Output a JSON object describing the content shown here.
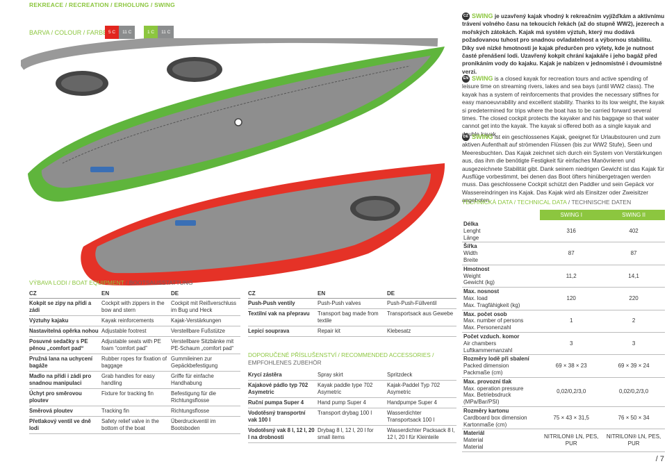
{
  "header": {
    "section": "REKREACE / RECREATION / ERHOLUNG / SWING"
  },
  "colour": {
    "label": "BARVA / COLOUR / FARBEN",
    "swatches": [
      {
        "text_a": "5 C",
        "text_b": "11 C",
        "color_a": "#e2261e",
        "color_b": "#8b8d8e"
      },
      {
        "text_a": "1 C",
        "text_b": "11 C",
        "color_a": "#8cc63f",
        "color_b": "#8b8d8e"
      }
    ]
  },
  "desc": {
    "cz": {
      "badge": "CZ",
      "name": "SWING",
      "text": "je uzavřený kajak vhodný k rekreačním vyjížďkám a aktivnímu trávení volného času na tekoucích řekách (až do stupně WW2), jezerech a mořských zátokách. Kajak má systém výztuh, který mu dodává požadovanou tuhost pro snadnou ovladatelnost a výbornou stabilitu. Díky své nízké hmotnosti je kajak předurčen pro výlety, kde je nutnost časté přenášení lodi. Uzavřený kokpit chrání kajakáře i jeho bagáž před pronikáním vody do kajaku. Kajak je nabízen v jednomístné i dvoumístné verzi."
    },
    "en": {
      "badge": "EN",
      "name": "SWING",
      "text": "is a closed kayak for recreation tours and active spending of leisure time on streaming rivers, lakes and sea bays (until WW2 class). The kayak has a system of reinforcements that provides the necessary stiffnes for easy manoeuvrability and excellent stability. Thanks to its low weight, the kayak si predetermined for trips where the boat has to be carried forward several times. The closed cockpit protects the kayaker and his baggage so that water cannot get into the kayak. The kayak si offered both as a single kayak and double kayak."
    },
    "de": {
      "badge": "DE",
      "name": "SWING",
      "text": "ist ein geschlossenes Kajak, geeignet für Urlaubstouren und zum aktiven Aufenthalt auf strömenden Flüssen (bis zur WW2 Stufe), Seen und Meeresbuchten. Das Kajak zeichnet sich durch ein System von Verstärkungen aus, das ihm die benötigte Festigkeit für einfaches Manövrieren und ausgezeichnete Stabilität gibt. Dank seinem niedrigen Gewicht ist das Kajak für Ausflüge vorbestimmt, bei denen das Boot öfters hinübergetragen werden muss. Das geschlossene Cockpit schützt den Paddler und sein Gepäck vor Wassereindringen ins Kajak. Das Kajak wird als Einsitzer oder Zweisitzer angeboten."
    }
  },
  "tech": {
    "title_a": "TECHNICKÁ DATA / TECHNICAL DATA",
    "title_b": " / TECHNISCHE DATEN",
    "col1": "SWING I",
    "col2": "SWING II",
    "rows": [
      {
        "l1": "Délka",
        "l2": "Lenght",
        "l3": "Länge",
        "v1": "316",
        "v2": "402"
      },
      {
        "l1": "Šířka",
        "l2": "Width",
        "l3": "Breite",
        "v1": "87",
        "v2": "87"
      },
      {
        "l1": "Hmotnost",
        "l2": "Weight",
        "l3": "Gewicht (kg)",
        "v1": "11,2",
        "v2": "14,1"
      },
      {
        "l1": "Max. nosnost",
        "l2": "Max. load",
        "l3": "Max. Tragfähigkeit (kg)",
        "v1": "120",
        "v2": "220"
      },
      {
        "l1": "Max. počet osob",
        "l2": "Max. number of persons",
        "l3": "Max. Personenzahl",
        "v1": "1",
        "v2": "2"
      },
      {
        "l1": "Počet vzduch. komor",
        "l2": "Air chambers",
        "l3": "Luftkammernanzahl",
        "v1": "3",
        "v2": "3"
      },
      {
        "l1": "Rozměry lodě při sbalení",
        "l2": "Packed dimension",
        "l3": "Packmaße (cm)",
        "v1": "69 × 38 × 23",
        "v2": "69 × 39 × 24"
      },
      {
        "l1": "Max. provozní tlak",
        "l2": "Max. operation pressure",
        "l3": "Max. Betriebsdruck (MPa/Bar/PSI)",
        "v1": "0,02/0,2/3,0",
        "v2": "0,02/0,2/3,0"
      },
      {
        "l1": "Rozměry kartonu",
        "l2": "Cardboard box dimension",
        "l3": "Kartonmaße (cm)",
        "v1": "75 × 43 × 31,5",
        "v2": "76 × 50 × 34"
      },
      {
        "l1": "Materiál",
        "l2": "Material",
        "l3": "Material",
        "v1": "NITRILON® LN, PES, PUR",
        "v2": "NITRILON® LN, PES, PUR"
      }
    ]
  },
  "equipment": {
    "title_a": "VÝBAVA LODI / BOAT EQUIPMENT",
    "title_b": " / BOOTSAUSSTATTUNG",
    "head": {
      "cz": "CZ",
      "en": "EN",
      "de": "DE"
    },
    "left": [
      {
        "cz": "Kokpit se zipy na přídi a zádi",
        "en": "Cockpit with zippers in the bow and stern",
        "de": "Cockpit mit Reißverschluss im Bug und Heck"
      },
      {
        "cz": "Výztuhy kajaku",
        "en": "Kayak reinforcements",
        "de": "Kajak-Verstärkungen"
      },
      {
        "cz": "Nastavitelná opěrka nohou",
        "en": "Adjustable footrest",
        "de": "Verstellbare Fußstütze"
      },
      {
        "cz": "Posuvné sedačky s PE pěnou „comfort pad“",
        "en": "Adjustable seats with PE foam “comfort pad”",
        "de": "Verstellbare Sitzbänke mit PE-Schaum „comfort pad“"
      },
      {
        "cz": "Pružná lana na uchycení bagáže",
        "en": "Rubber ropes for fixation of baggage",
        "de": "Gummileinen zur Gepäckbefestigung"
      },
      {
        "cz": "Madlo na přídi i zádi pro snadnou manipulaci",
        "en": "Grab handles for easy handling",
        "de": "Griffe für einfache Handhabung"
      },
      {
        "cz": "Úchyt pro směrovou ploutev",
        "en": "Fixture for tracking fin",
        "de": "Befestigung für die Richtungsflosse"
      },
      {
        "cz": "Směrová ploutev",
        "en": "Tracking fin",
        "de": "Richtungsflosse"
      },
      {
        "cz": "Přetlakový ventil ve dně lodi",
        "en": "Safety relief valve in the bottom of the boat",
        "de": "Überdruckventil im Bootsboden"
      }
    ],
    "right": [
      {
        "cz": "Push-Push ventily",
        "en": "Push-Push valves",
        "de": "Push-Push-Füllventil"
      },
      {
        "cz": "Textilní vak na přepravu",
        "en": "Transport bag made from textile",
        "de": "Transportsack aus Gewebe"
      },
      {
        "cz": "Lepicí souprava",
        "en": "Repair kit",
        "de": "Klebesatz"
      }
    ]
  },
  "accessories": {
    "title_a": "DOPORUČENÉ PŘÍSLUŠENSTVÍ / RECOMMENDED ACCESSORIES /",
    "title_b": "EMPFOHLENES ZUBEHÖR",
    "rows": [
      {
        "cz": "Krycí zástěra",
        "en": "Spray skirt",
        "de": "Spritzdeck"
      },
      {
        "cz": "Kajakové pádlo typ 702 Asymetric",
        "en": "Kayak paddle type 702 Asymetric",
        "de": "Kajak-Paddel Typ 702 Asymetric"
      },
      {
        "cz": "Ruční pumpa Super 4",
        "en": "Hand pump Super 4",
        "de": "Handpumpe Super 4"
      },
      {
        "cz": "Vodotěsný transportní vak 100 l",
        "en": "Transport drybag 100 l",
        "de": "Wasserdichter Transportsack 100 l"
      },
      {
        "cz": "Vodotěsný vak 8 l, 12 l, 20 l na drobnosti",
        "en": "Drybag 8 l, 12 l, 20 l for small items",
        "de": "Wasserdichter Packsack 8 l, 12 l, 20 l für Kleinteile"
      }
    ]
  },
  "page": {
    "number": "/ 7"
  }
}
